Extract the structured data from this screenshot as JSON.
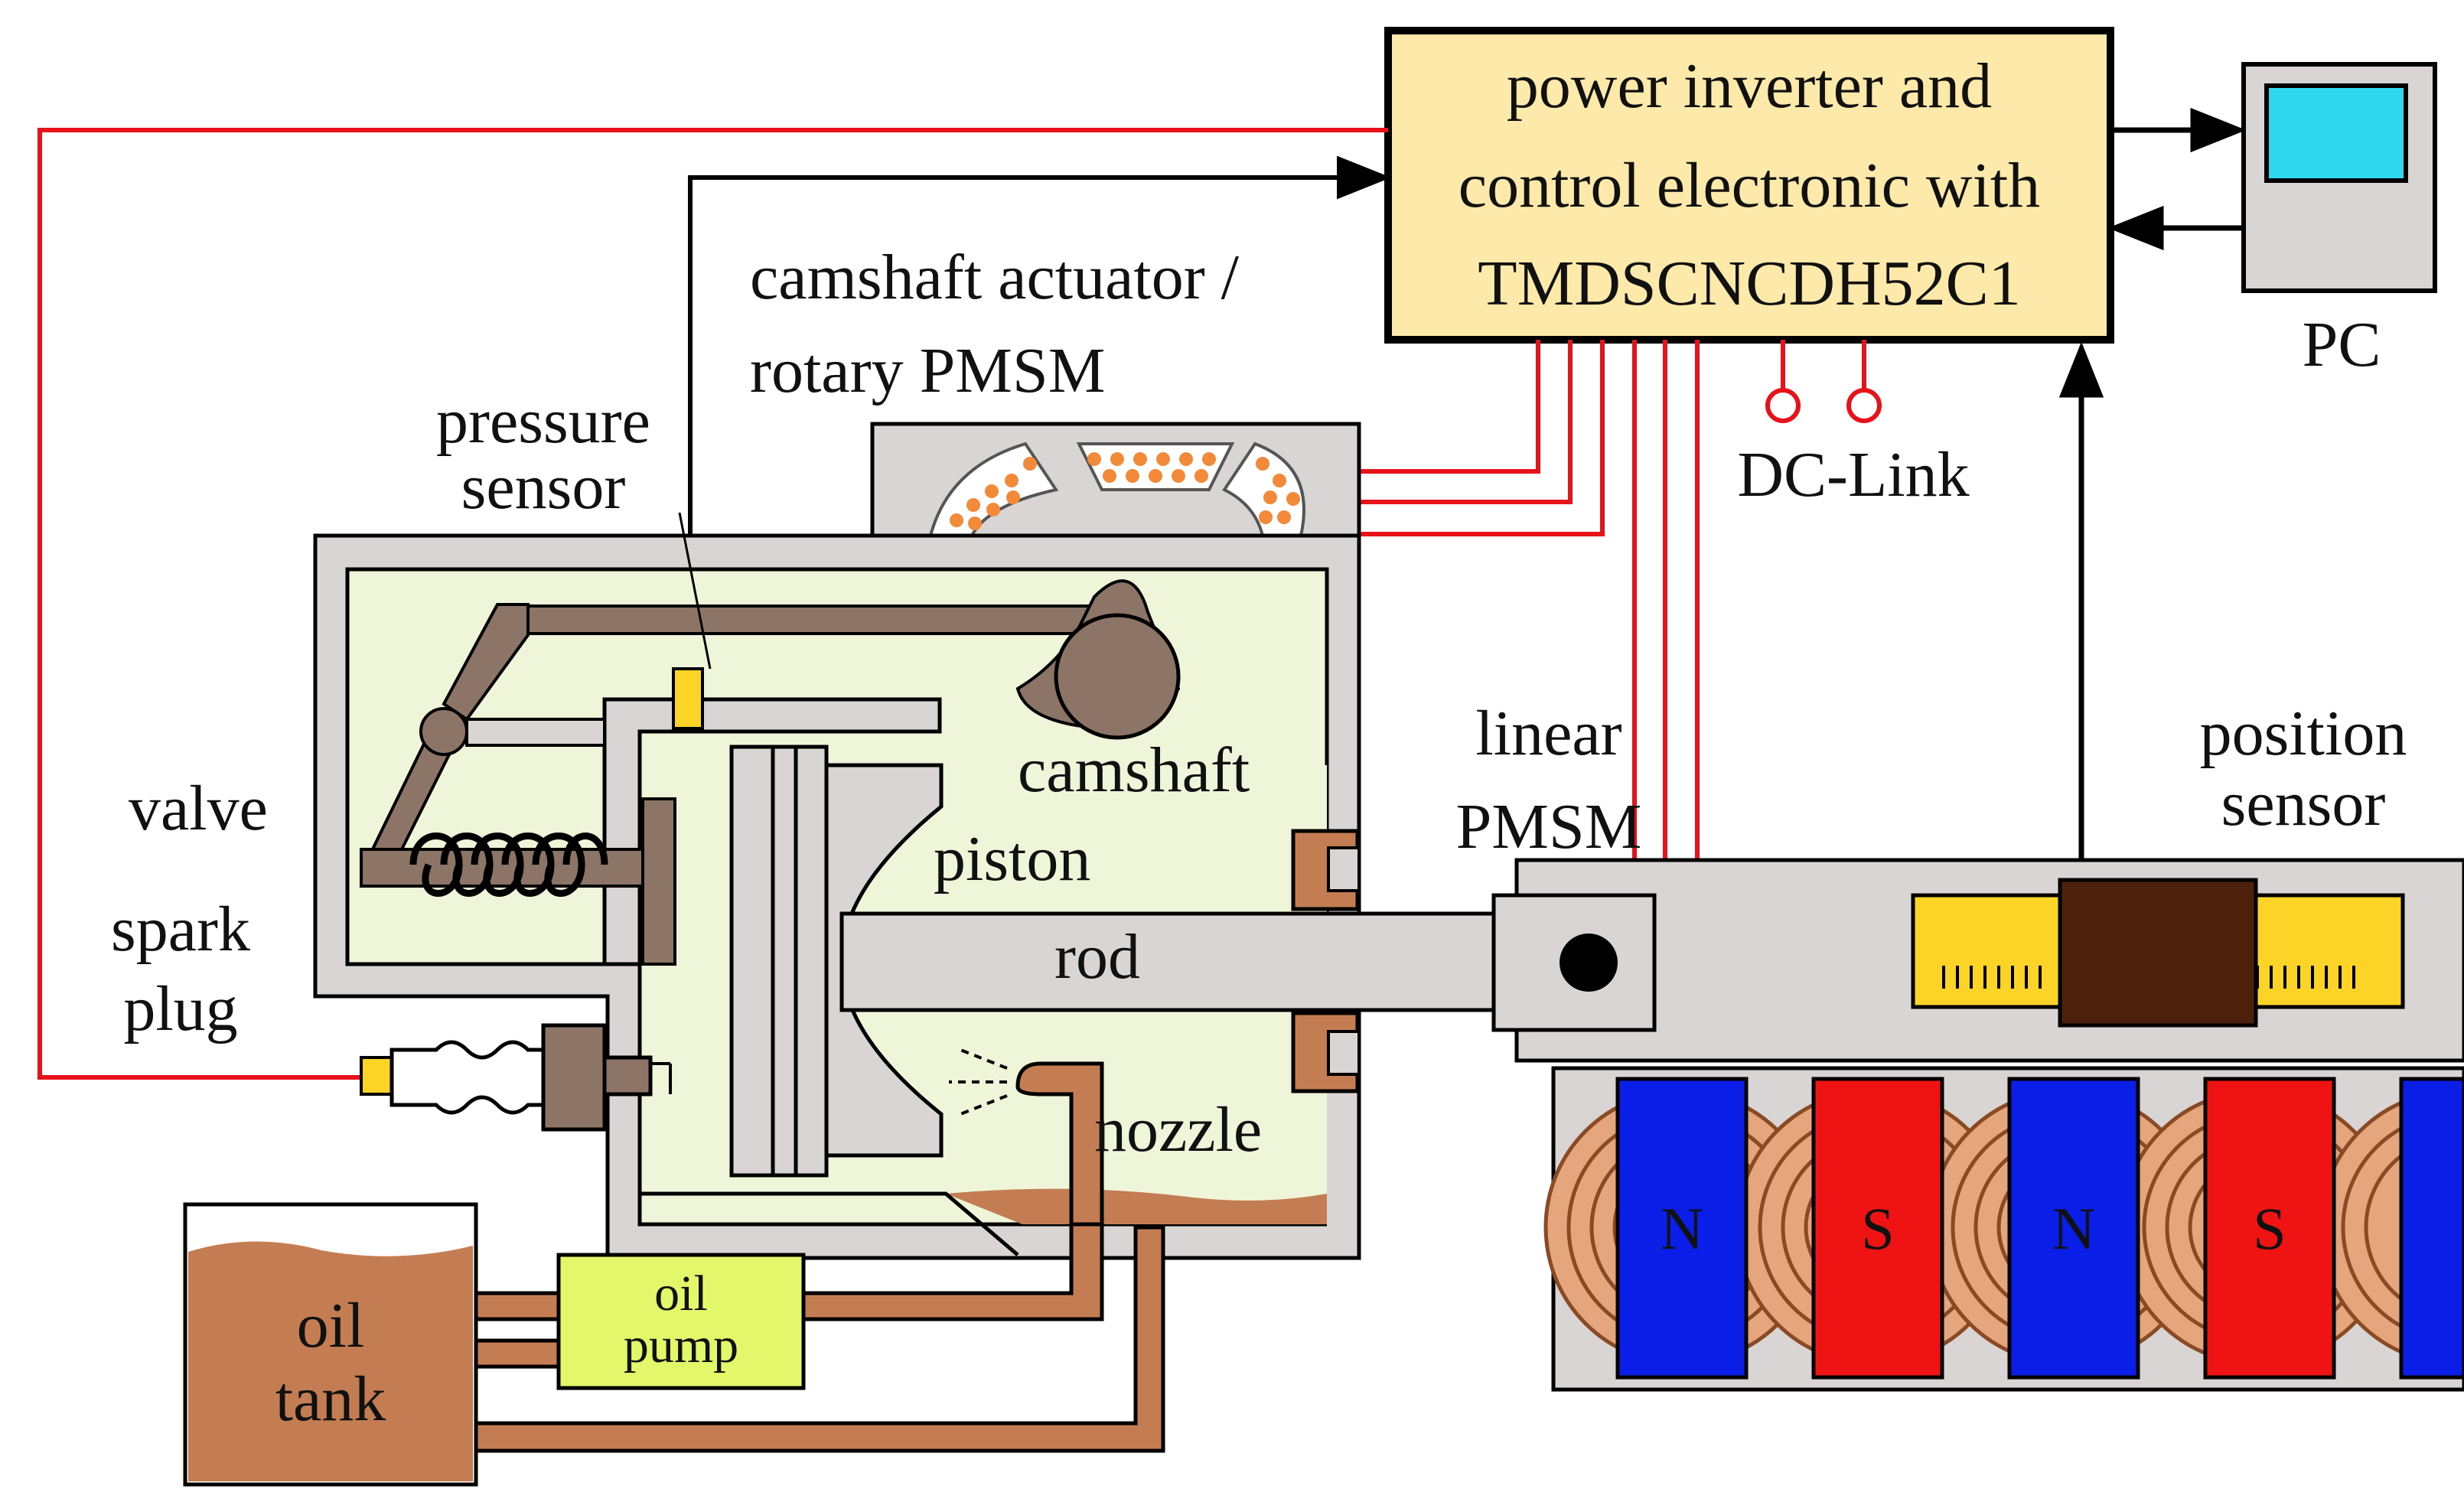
{
  "labels": {
    "inverter_line1": "power inverter and",
    "inverter_line2": "control electronic with",
    "inverter_line3": "TMDSCNCDH52C1",
    "pc": "PC",
    "camshaft_actuator_line1": "camshaft actuator /",
    "camshaft_actuator_line2": "rotary PMSM",
    "pressure_sensor_line1": "pressure",
    "pressure_sensor_line2": "sensor",
    "dc_link": "DC-Link",
    "camshaft": "camshaft",
    "valve": "valve",
    "piston": "piston",
    "rod": "rod",
    "linear_pmsm_line1": "linear",
    "linear_pmsm_line2": "PMSM",
    "position_sensor_line1": "position",
    "position_sensor_line2": "sensor",
    "spark_plug_line1": "spark",
    "spark_plug_line2": "plug",
    "nozzle": "nozzle",
    "oil_tank_line1": "oil",
    "oil_tank_line2": "tank",
    "oil_pump_line1": "oil",
    "oil_pump_line2": "pump"
  },
  "magnets": [
    "N",
    "S",
    "N",
    "S"
  ],
  "colors": {
    "signal_red": "#e8121a",
    "housing_gray": "#d9d5d5",
    "chamber_green": "#eef5d8",
    "inverter_fill": "#fde9a9",
    "oil_brown": "#c47c52",
    "magnet_blue": "#0a1ee8",
    "magnet_red": "#ef1313",
    "sensor_yellow": "#fcd428",
    "slider_brown": "#4c200a",
    "pc_screen": "#2fd8ee",
    "pump_green": "#e2f86a",
    "valve_gray": "#8c7466"
  }
}
